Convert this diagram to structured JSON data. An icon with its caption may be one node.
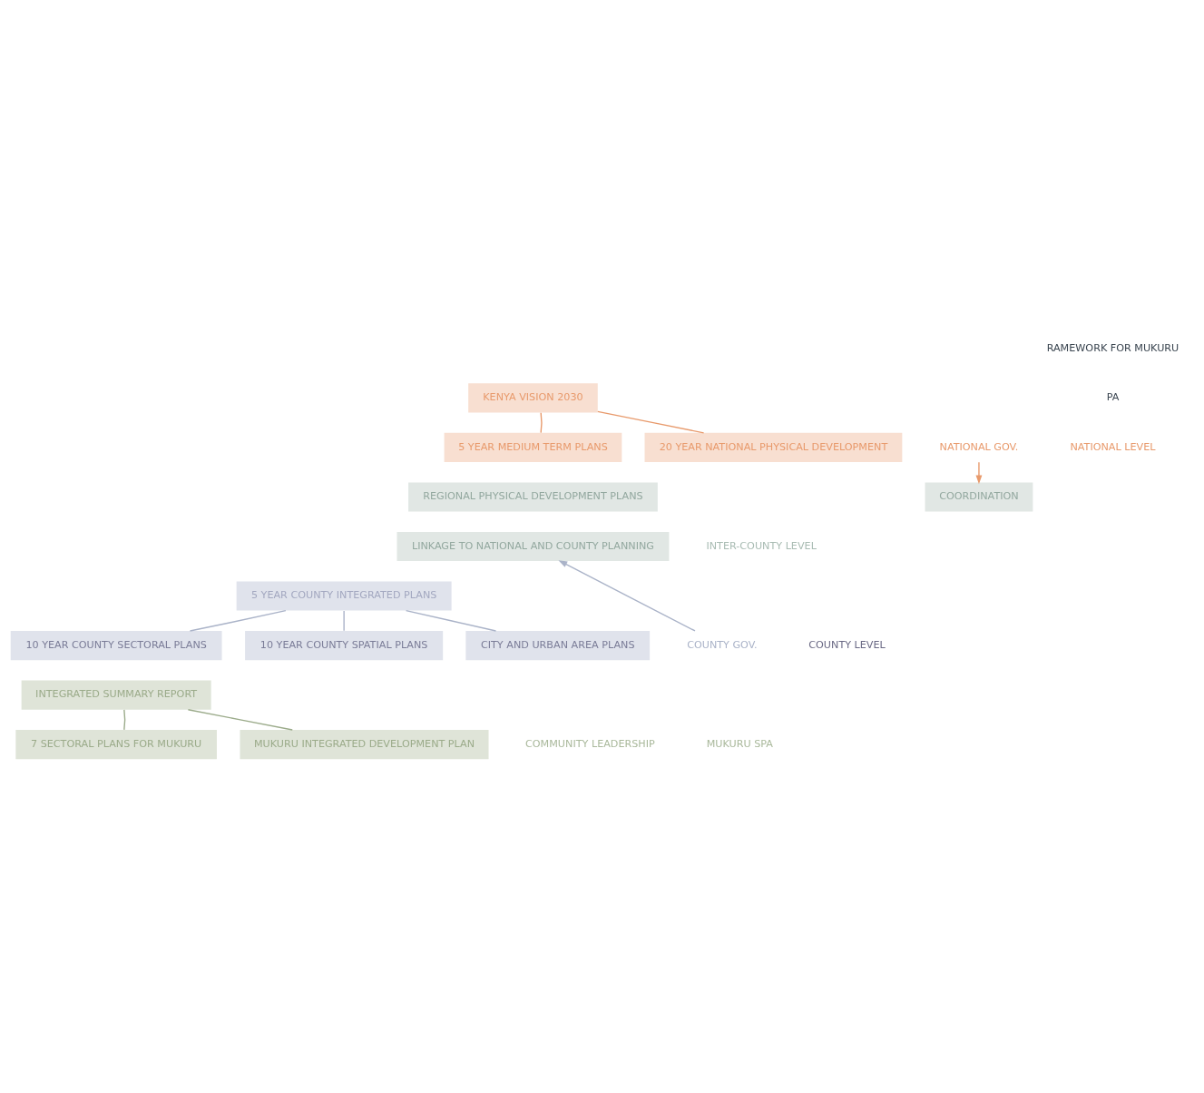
{
  "diagram": {
    "nodes": [
      {
        "text": [
          "KENYA VISION 2030"
        ]
      },
      {
        "text": [
          "5 YEAR MEDIUM TERM PLANS"
        ]
      },
      {
        "text": [
          "20 YEAR NATIONAL PHYSICAL DEVELOPMENT"
        ]
      },
      {
        "text": [
          "NATIONAL GOV."
        ]
      },
      {
        "text": [
          "REGIONAL PHYSICAL DEVELOPMENT PLANS"
        ]
      },
      {
        "text": [
          "COORDINATION"
        ]
      },
      {
        "text": [
          "LINKAGE TO NATIONAL AND COUNTY PLANNING"
        ]
      },
      {
        "text": [
          "5 YEAR COUNTY INTEGRATED PLANS"
        ]
      },
      {
        "text": [
          "10 YEAR COUNTY SECTORAL PLANS"
        ]
      },
      {
        "text": [
          "10 YEAR COUNTY SPATIAL PLANS"
        ]
      },
      {
        "text": [
          "CITY AND URBAN AREA PLANS"
        ]
      },
      {
        "text": [
          "COUNTY GOV."
        ]
      },
      {
        "text": [
          "INTEGRATED SUMMARY REPORT"
        ]
      },
      {
        "text": [
          "7 SECTORAL PLANS FOR MUKURU"
        ]
      },
      {
        "text": [
          "MUKURU INTEGRATED DEVELOPMENT PLAN"
        ]
      },
      {
        "text": [
          "COMMUNITY LEADERSHIP"
        ]
      }
    ],
    "edges": [
      {
        "from": 0,
        "to": 1,
        "arrow": "none",
        "color": "#e89a6c"
      },
      {
        "from": 0,
        "to": 2,
        "arrow": "none",
        "color": "#e89a6c"
      },
      {
        "from": 3,
        "to": 5,
        "arrow": "to",
        "color": "#e89a6c"
      },
      {
        "from": 7,
        "to": 8,
        "arrow": "none",
        "color": "#aab3c8"
      },
      {
        "from": 7,
        "to": 9,
        "arrow": "none",
        "color": "#aab3c8"
      },
      {
        "from": 7,
        "to": 10,
        "arrow": "none",
        "color": "#aab3c8"
      },
      {
        "from": 11,
        "to": 6,
        "arrow": "to",
        "color": "#aab3c8"
      },
      {
        "from": 12,
        "to": 13,
        "arrow": "none",
        "color": "#9bab8a"
      },
      {
        "from": 12,
        "to": 14,
        "arrow": "none",
        "color": "#9bab8a"
      }
    ],
    "labels": [
      "RAMEWORK FOR MUKURU",
      "PA",
      "NATIONAL LEVEL",
      "INTER-COUNTY LEVEL",
      "COUNTY LEVEL",
      "MUKURU SPA"
    ]
  }
}
